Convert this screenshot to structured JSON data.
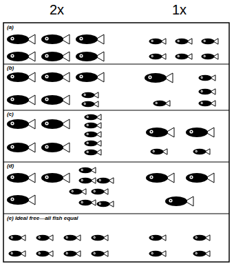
{
  "diagram": {
    "labels": [
      "2x",
      "1x",
      "(a)",
      "(b)",
      "(c)",
      "(d)",
      "(e) Ideal free—all fish equal"
    ]
  }
}
